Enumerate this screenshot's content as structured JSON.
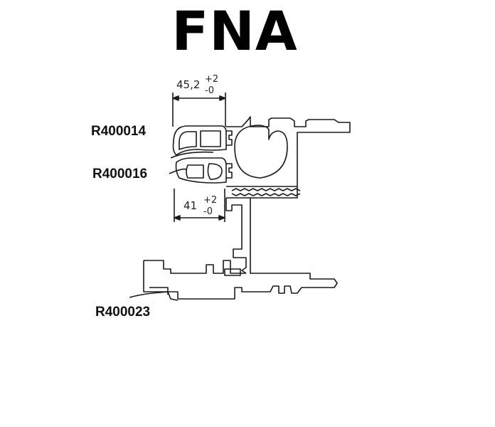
{
  "title": "FNA",
  "labels": {
    "top": "R400014",
    "middle": "R400016",
    "bottom": "R400023"
  },
  "dimensions": {
    "upper": {
      "value": "45,2",
      "tol_plus": "+2",
      "tol_minus": "-0"
    },
    "lower": {
      "value": "41",
      "tol_plus": "+2",
      "tol_minus": "-0"
    }
  }
}
